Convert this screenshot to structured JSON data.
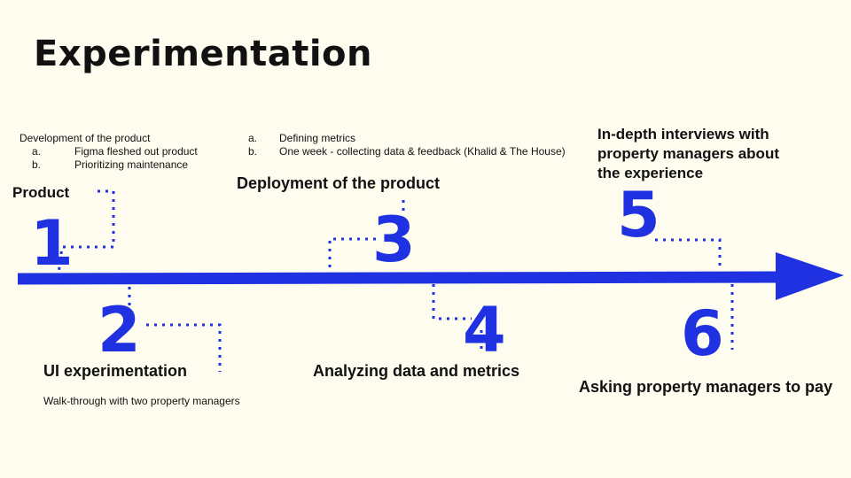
{
  "title": "Experimentation",
  "accent_color": "#1f31e0",
  "steps": [
    {
      "number": "1",
      "label": "Product",
      "note": "Development of the product",
      "subitems": [
        {
          "marker": "a.",
          "text": "Figma fleshed out product"
        },
        {
          "marker": "b.",
          "text": "Prioritizing maintenance"
        }
      ]
    },
    {
      "number": "2",
      "label": "UI experimentation",
      "note": "Walk-through with two property managers"
    },
    {
      "number": "3",
      "label": "Deployment of the product",
      "subitems": [
        {
          "marker": "a.",
          "text": "Defining metrics"
        },
        {
          "marker": "b.",
          "text": "One week - collecting data & feedback (Khalid & The House)"
        }
      ]
    },
    {
      "number": "4",
      "label": "Analyzing data and metrics"
    },
    {
      "number": "5",
      "label_lines": [
        "In-depth interviews with",
        "property managers about",
        "the experience"
      ]
    },
    {
      "number": "6",
      "label": "Asking property managers to pay"
    }
  ]
}
